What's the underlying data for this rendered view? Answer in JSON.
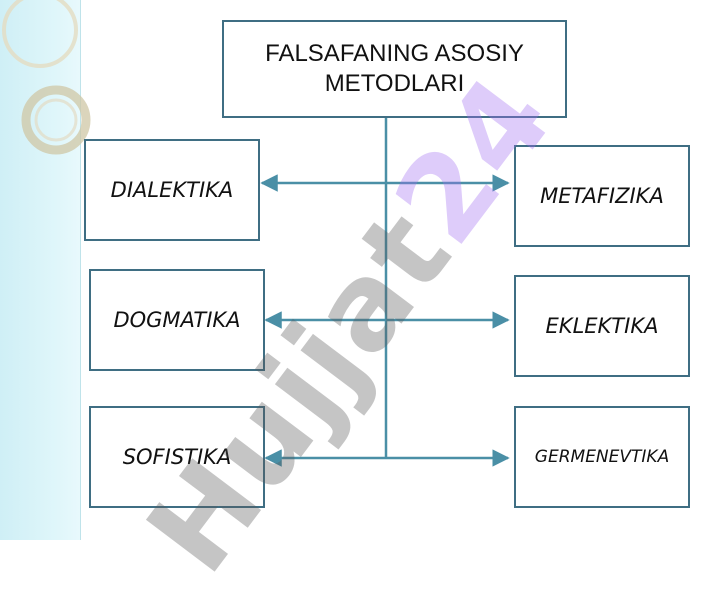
{
  "title": "FALSAFANING ASOSIY\nMETODLARI",
  "methods": {
    "dialektika": "DIALEKTIKA",
    "metafizika": "METAFIZIKA",
    "dogmatika": "DOGMATIKA",
    "eklektika": "EKLEKTIKA",
    "sofistika": "SOFISTIKA",
    "germenevtika": "GERMENEVTIKA"
  },
  "watermark": {
    "part1": "Hujjat",
    "part2": "24"
  },
  "colors": {
    "border": "#3f6e83",
    "connector": "#4a8fa6",
    "sidebar": "#d8f3f8"
  }
}
